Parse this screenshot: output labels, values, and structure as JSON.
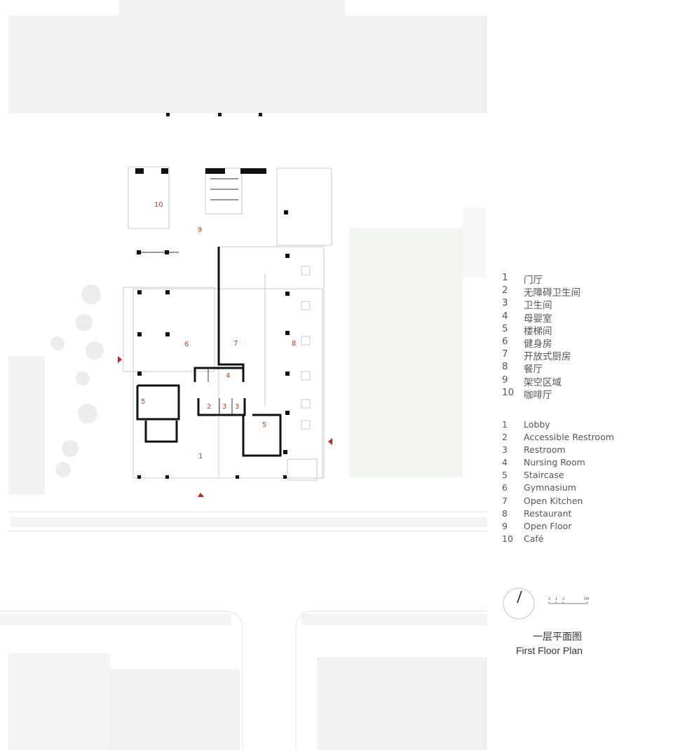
{
  "plan_labels": [
    {
      "id": "1",
      "text": "1"
    },
    {
      "id": "2",
      "text": "2"
    },
    {
      "id": "3a",
      "text": "3"
    },
    {
      "id": "3b",
      "text": "3"
    },
    {
      "id": "3c",
      "text": "3"
    },
    {
      "id": "4",
      "text": "4"
    },
    {
      "id": "5a",
      "text": "5"
    },
    {
      "id": "5b",
      "text": "5"
    },
    {
      "id": "6",
      "text": "6"
    },
    {
      "id": "7",
      "text": "7"
    },
    {
      "id": "8",
      "text": "8"
    },
    {
      "id": "9",
      "text": "9"
    },
    {
      "id": "10",
      "text": "10"
    }
  ],
  "legend_cn": [
    {
      "num": "1",
      "label": "门厅"
    },
    {
      "num": "2",
      "label": "无障碍卫生间"
    },
    {
      "num": "3",
      "label": "卫生间"
    },
    {
      "num": "4",
      "label": "母婴室"
    },
    {
      "num": "5",
      "label": "楼梯间"
    },
    {
      "num": "6",
      "label": "健身房"
    },
    {
      "num": "7",
      "label": "开放式厨房"
    },
    {
      "num": "8",
      "label": "餐厅"
    },
    {
      "num": "9",
      "label": "架空区域"
    },
    {
      "num": "10",
      "label": "咖啡厅"
    }
  ],
  "legend_en": [
    {
      "num": "1",
      "label": "Lobby"
    },
    {
      "num": "2",
      "label": "Accessible Restroom"
    },
    {
      "num": "3",
      "label": "Restroom"
    },
    {
      "num": "4",
      "label": "Nursing Room"
    },
    {
      "num": "5",
      "label": "Staircase"
    },
    {
      "num": "6",
      "label": "Gymnasium"
    },
    {
      "num": "7",
      "label": "Open Kitchen"
    },
    {
      "num": "8",
      "label": "Restaurant"
    },
    {
      "num": "9",
      "label": "Open Floor"
    },
    {
      "num": "10",
      "label": "Café"
    }
  ],
  "scale_bar": {
    "ticks": [
      "0",
      "1",
      "2",
      "5M"
    ]
  },
  "title": {
    "cn": "一层平面图",
    "en": "First Floor Plan"
  },
  "colors": {
    "label_red": "#c8401e",
    "wall": "#111111",
    "neighbor_block": "#f1f1f1",
    "arrow_red": "#c4231f"
  }
}
